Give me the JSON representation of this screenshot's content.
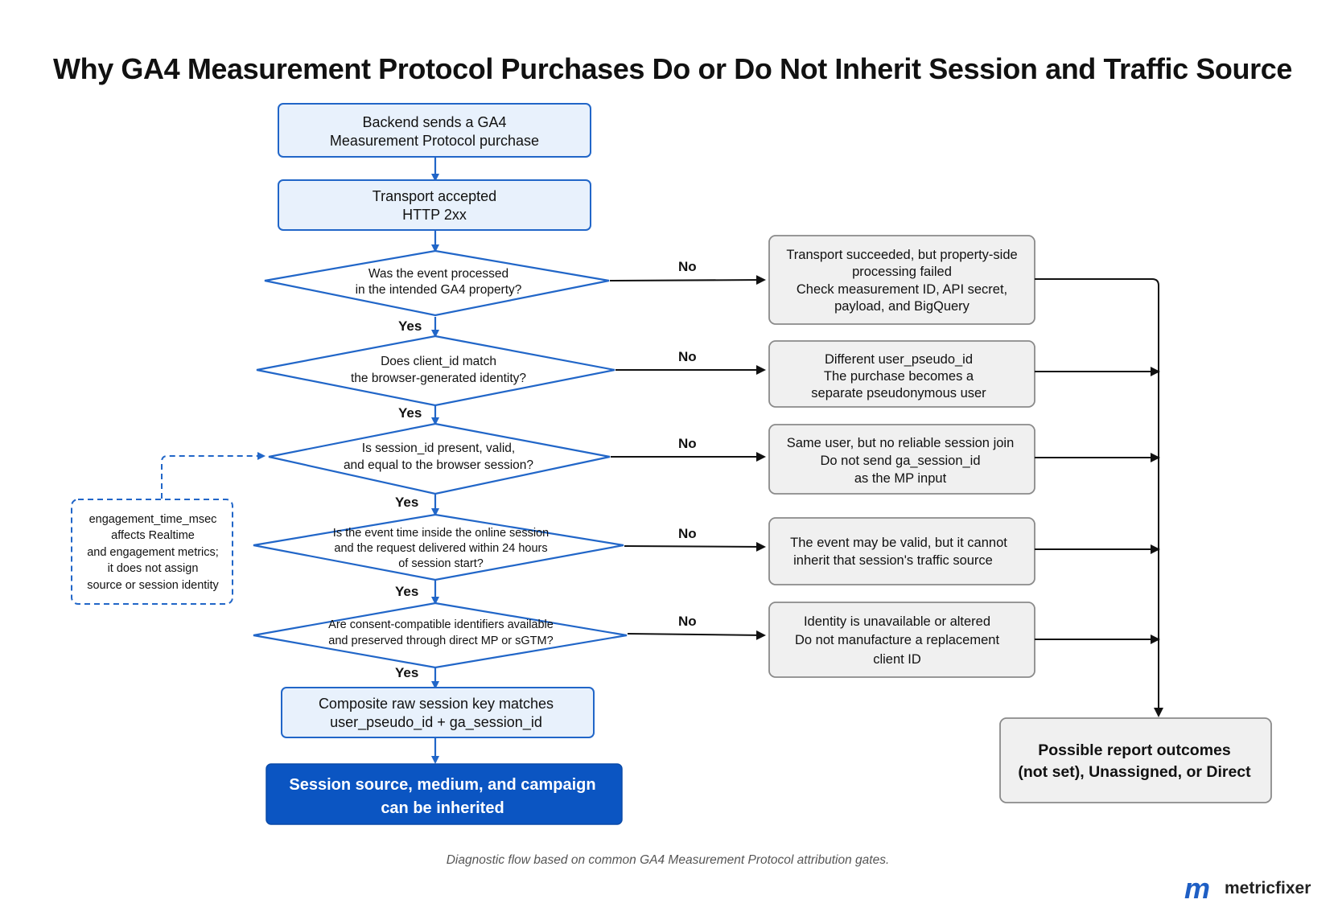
{
  "title": "Why GA4 Measurement Protocol Purchases Do or Do Not Inherit Session and Traffic Source",
  "start_box": [
    "Backend sends a GA4",
    "Measurement Protocol purchase"
  ],
  "transport_box": [
    "Transport accepted",
    "HTTP 2xx"
  ],
  "decisions": [
    {
      "question": [
        "Was the event processed",
        "in the intended GA4 property?"
      ],
      "yes_label": "Yes",
      "no_label": "No",
      "no_outcome": [
        "Transport succeeded, but property-side",
        "processing failed",
        "Check measurement ID, API secret,",
        "payload, and BigQuery"
      ]
    },
    {
      "question": [
        "Does client_id match",
        "the browser-generated identity?"
      ],
      "yes_label": "Yes",
      "no_label": "No",
      "no_outcome": [
        "Different user_pseudo_id",
        "The purchase becomes a",
        "separate pseudonymous user"
      ]
    },
    {
      "question": [
        "Is session_id present, valid,",
        "and equal to the browser session?"
      ],
      "yes_label": "Yes",
      "no_label": "No",
      "no_outcome": [
        "Same user, but no reliable session join",
        "Do not send ga_session_id",
        "as the MP input"
      ]
    },
    {
      "question": [
        "Is the event time inside the online session",
        "and the request delivered within 24 hours",
        "of session start?"
      ],
      "yes_label": "Yes",
      "no_label": "No",
      "no_outcome": [
        "The event may be valid, but it cannot",
        "inherit that session's traffic source"
      ]
    },
    {
      "question": [
        "Are consent-compatible identifiers available",
        "and preserved through direct MP or sGTM?"
      ],
      "yes_label": "Yes",
      "no_label": "No",
      "no_outcome": [
        "Identity is unavailable or altered",
        "Do not manufacture a replacement",
        "client ID"
      ]
    }
  ],
  "side_note": [
    "engagement_time_msec",
    "affects Realtime",
    "and engagement metrics;",
    "it does not assign",
    "source or session identity"
  ],
  "composite_box": [
    "Composite raw session key matches",
    "user_pseudo_id + ga_session_id"
  ],
  "final_box": [
    "Session source, medium, and campaign",
    "can be inherited"
  ],
  "outcome_box": [
    "Possible report outcomes",
    "(not set), Unassigned, or Direct"
  ],
  "caption": "Diagnostic flow based on common GA4 Measurement Protocol attribution gates.",
  "brand": {
    "logo": "m",
    "name": "metricfixer"
  },
  "colors": {
    "accent_blue": "#2166c8",
    "final_fill": "#0b55c2",
    "box_fill": "#e8f1fc",
    "grey_fill": "#f0f0f0"
  }
}
